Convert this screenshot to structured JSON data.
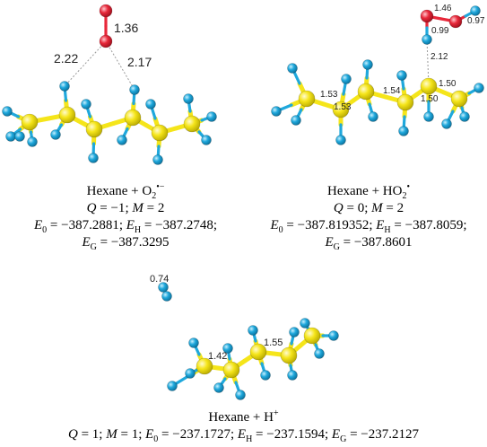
{
  "panels": [
    {
      "id": "o2",
      "bond_labels": [
        "1.36",
        "2.22",
        "2.17"
      ],
      "caption": {
        "species": "Hexane + O",
        "species_sub": "2",
        "species_sup": "•−",
        "q_label": "Q",
        "q_value": "−1",
        "m_label": "M",
        "m_value": "2",
        "e0_label": "E",
        "e0_sub": "0",
        "e0_value": "−387.2881",
        "eh_label": "E",
        "eh_sub": "H",
        "eh_value": "−387.2748",
        "eg_label": "E",
        "eg_sub": "G",
        "eg_value": "−387.3295"
      }
    },
    {
      "id": "ho2",
      "bond_labels": [
        "1.46",
        "0.97",
        "0.99",
        "2.12",
        "1.53",
        "1.53",
        "1.54",
        "1.50",
        "1.50"
      ],
      "caption": {
        "species": "Hexane + HO",
        "species_sub": "2",
        "species_sup": "•",
        "q_label": "Q",
        "q_value": "0",
        "m_label": "M",
        "m_value": "2",
        "e0_label": "E",
        "e0_sub": "0",
        "e0_value": "−387.819352",
        "eh_label": "E",
        "eh_sub": "H",
        "eh_value": "−387.8059",
        "eg_label": "E",
        "eg_sub": "G",
        "eg_value": "−387.8601"
      }
    },
    {
      "id": "h",
      "bond_labels": [
        "0.74",
        "1.42",
        "1.55"
      ],
      "caption": {
        "species": "Hexane + H",
        "species_sup": "+",
        "q_label": "Q",
        "q_value": "1",
        "m_label": "M",
        "m_value": "1",
        "e0_label": "E",
        "e0_sub": "0",
        "e0_value": "−237.1727",
        "eh_label": "E",
        "eh_sub": "H",
        "eh_value": "−237.1594",
        "eg_label": "E",
        "eg_sub": "G",
        "eg_value": "−237.2127"
      }
    }
  ],
  "colors": {
    "carbon": "#f5e51a",
    "hydrogen": "#1fa8dc",
    "oxygen": "#e8283a",
    "contact_line": "#9a9a9a"
  }
}
